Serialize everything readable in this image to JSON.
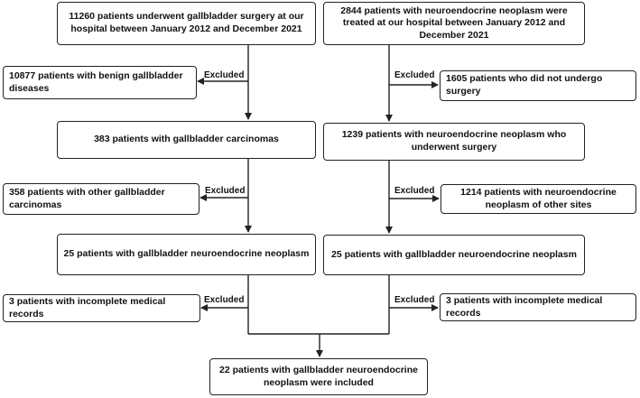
{
  "left": {
    "start": "11260 patients underwent gallbladder surgery at our hospital between January 2012 and December 2021",
    "excl1": "10877 patients with benign gallbladder diseases",
    "step1": "383 patients with gallbladder carcinomas",
    "excl2": "358 patients with other gallbladder carcinomas",
    "step2": "25 patients with gallbladder neuroendocrine neoplasm",
    "excl3": "3 patients with incomplete medical records"
  },
  "right": {
    "start": "2844 patients with neuroendocrine neoplasm were treated at our hospital between January 2012 and December 2021",
    "excl1": "1605 patients who did not undergo surgery",
    "step1": "1239 patients with neuroendocrine neoplasm who underwent surgery",
    "excl2": "1214 patients with neuroendocrine neoplasm of other sites",
    "step2": "25 patients with gallbladder neuroendocrine neoplasm",
    "excl3": "3 patients with incomplete medical records"
  },
  "final": "22 patients with gallbladder neuroendocrine neoplasm were included",
  "excluded_label": "Excluded"
}
